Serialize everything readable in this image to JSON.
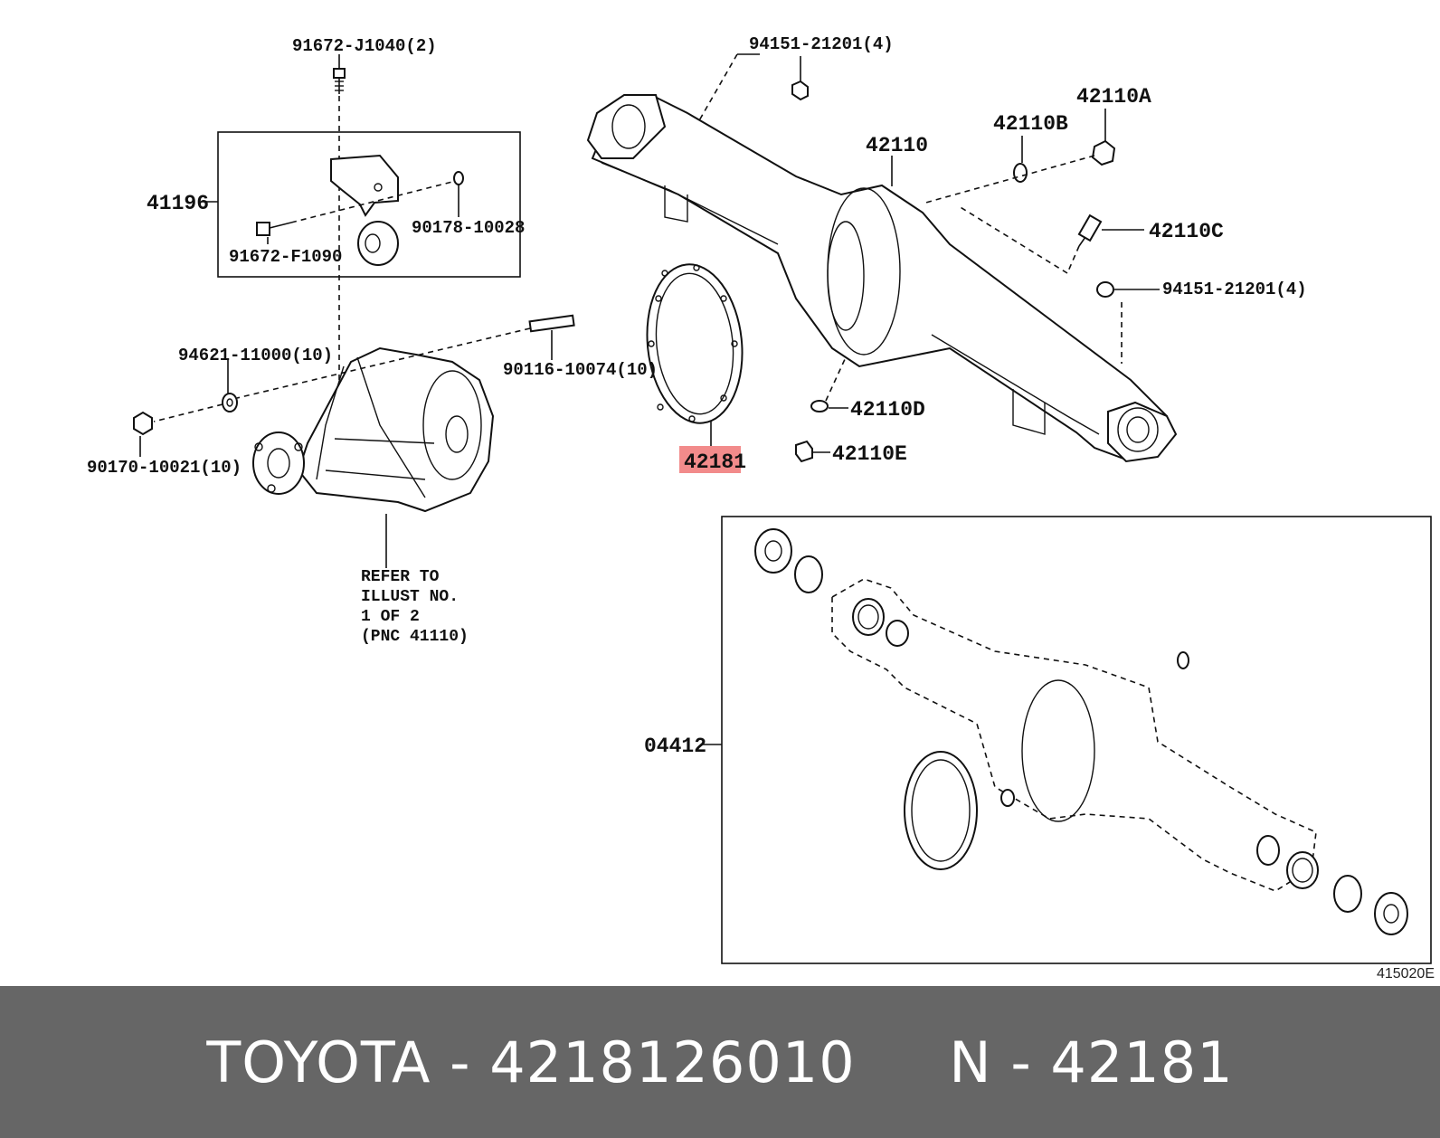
{
  "diagram_code": "415020E",
  "highlighted_part": "42181",
  "callouts": {
    "p91672_j1040": "91672-J1040(2)",
    "p41196": "41196",
    "p90178_10028": "90178-10028",
    "p91672_f1090": "91672-F1090",
    "p94621_11000": "94621-11000(10)",
    "p90116_10074": "90116-10074(10)",
    "p90170_10021": "90170-10021(10)",
    "p94151_21201_top": "94151-21201(4)",
    "p42110": "42110",
    "p42110b": "42110B",
    "p42110a": "42110A",
    "p42110c": "42110C",
    "p94151_21201_right": "94151-21201(4)",
    "p42110d": "42110D",
    "p42110e": "42110E",
    "p42181": "42181",
    "p04412": "04412"
  },
  "note_lines": [
    "REFER TO",
    "ILLUST NO.",
    "1 OF 2",
    "(PNC 41110)"
  ],
  "footer": {
    "brand": "TOYOTA",
    "sep1": " - ",
    "part_number": "4218126010",
    "gap": "     ",
    "ref_prefix": "N",
    "sep2": " - ",
    "ref_number": "42181"
  },
  "colors": {
    "highlight": "#f28b8b",
    "footer_bg": "#666666",
    "footer_text": "#ffffff"
  }
}
